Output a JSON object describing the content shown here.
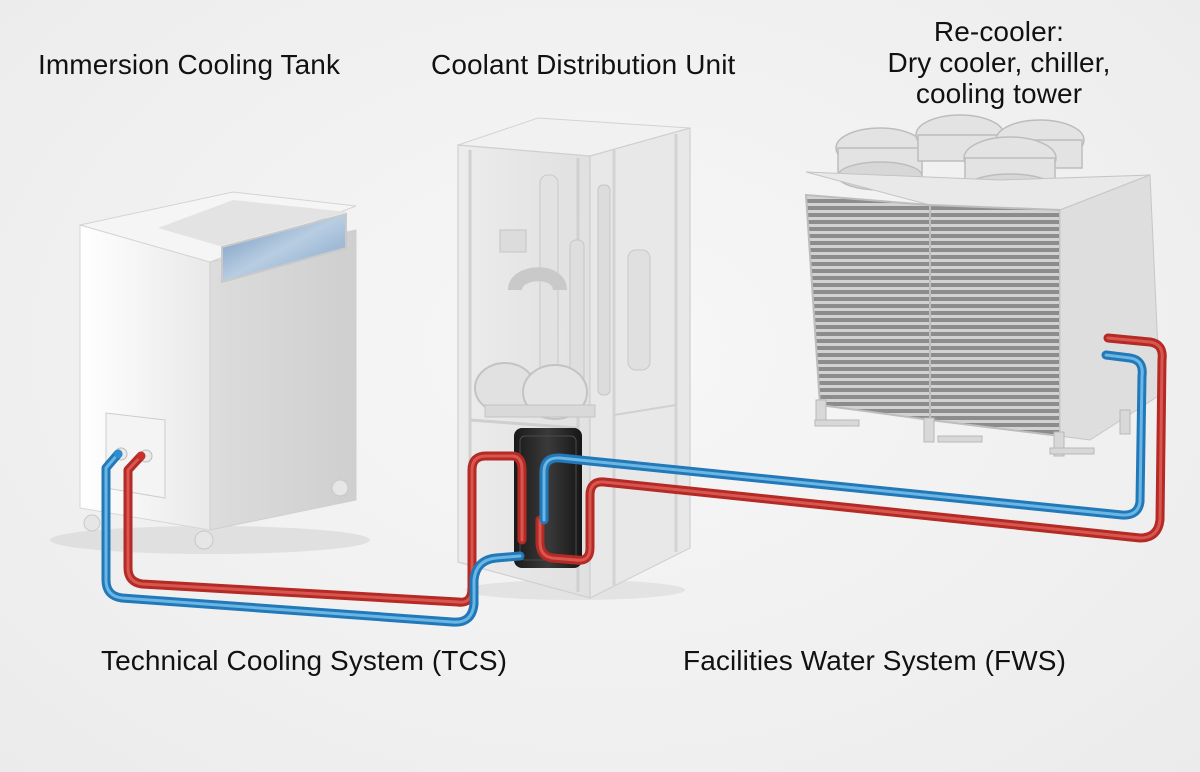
{
  "labels": {
    "tank": "Immersion Cooling Tank",
    "cdu": "Coolant Distribution Unit",
    "recooler": {
      "line1": "Re-cooler:",
      "line2": "Dry cooler, chiller,",
      "line3": "cooling tower"
    },
    "tcs": "Technical Cooling System (TCS)",
    "fws": "Facilities Water System (FWS)"
  },
  "colors": {
    "hot_pipe": "#c8312b",
    "cold_pipe": "#2a8fd0",
    "background": "#f0f0f0"
  }
}
